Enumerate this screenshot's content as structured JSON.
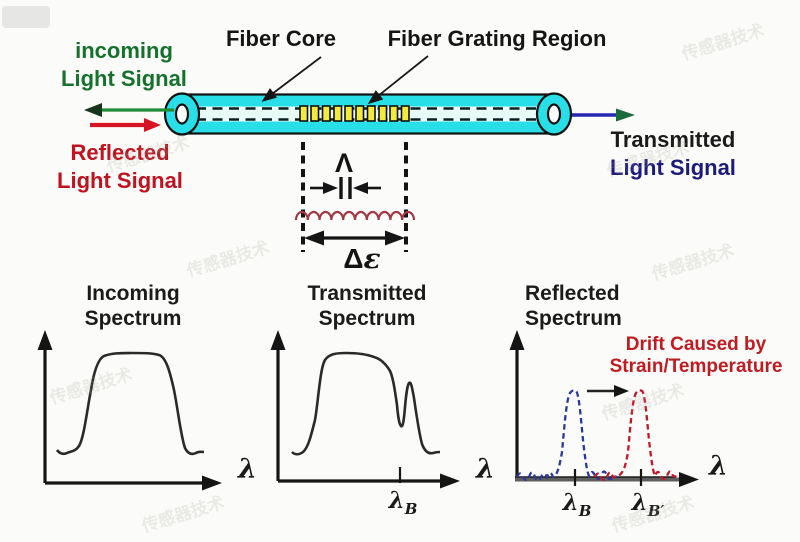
{
  "top": {
    "incoming": {
      "line1": "incoming",
      "line2": "Light Signal"
    },
    "reflected": {
      "line1": "Reflected",
      "line2": "Light Signal"
    },
    "transmitted": {
      "line1": "Transmitted",
      "line2": "Light Signal"
    },
    "fiber_core": "Fiber Core",
    "grating": "Fiber Grating Region"
  },
  "middle": {
    "grating_period_symbol": "Λ",
    "strain_delta": "Δ",
    "strain_epsilon": "ε"
  },
  "spectra": {
    "incoming": {
      "title1": "Incoming",
      "title2": "Spectrum",
      "xlabel": "λ"
    },
    "transmitted": {
      "title1": "Transmitted",
      "title2": "Spectrum",
      "xlabel": "λ",
      "tick_main": "λ",
      "tick_sub": "B"
    },
    "reflected": {
      "title1": "Reflected",
      "title2": "Spectrum",
      "xlabel": "λ",
      "note1": "Drift Caused by",
      "note2": "Strain/Temperature",
      "tick1_main": "λ",
      "tick1_sub": "B",
      "tick2_main": "λ",
      "tick2_sub": "B′"
    }
  },
  "watermark": {
    "text": "传感器技术"
  },
  "colors": {
    "fiber_body": "#28dfe7",
    "fiber_core_band": "#e9fbf6",
    "grating_block": "#f2ea3d",
    "incoming_green": "#16712d",
    "reflected_red": "#c0121f",
    "transmitted_navy": "#1d1b7a",
    "blue_arrow_line": "#2826b4",
    "transmitted_arrowhead_green": "#1c6b3c",
    "coil_red": "#a23746",
    "drift_red": "#c11b22",
    "peak_blue": "#2a3a9c",
    "peak_red": "#c0182a"
  },
  "chart_data": [
    {
      "type": "line",
      "title": "Incoming Spectrum",
      "xlabel": "λ",
      "grid": false,
      "description": "broad flat-top band spanning the wavelength axis"
    },
    {
      "type": "line",
      "title": "Transmitted Spectrum",
      "xlabel": "λ",
      "grid": false,
      "x_ticks": [
        "λB"
      ],
      "description": "broad flat-top band with a narrow notch removed at the Bragg wavelength λB"
    },
    {
      "type": "line",
      "title": "Reflected Spectrum",
      "xlabel": "λ",
      "grid": false,
      "x_ticks": [
        "λB",
        "λB′"
      ],
      "series": [
        {
          "name": "original reflected peak",
          "color": "#2a3a9c",
          "style": "dashed",
          "peak_at": "λB"
        },
        {
          "name": "shifted reflected peak",
          "color": "#c0182a",
          "style": "dashed",
          "peak_at": "λB′"
        }
      ],
      "annotation": "Drift Caused by Strain/Temperature"
    }
  ]
}
